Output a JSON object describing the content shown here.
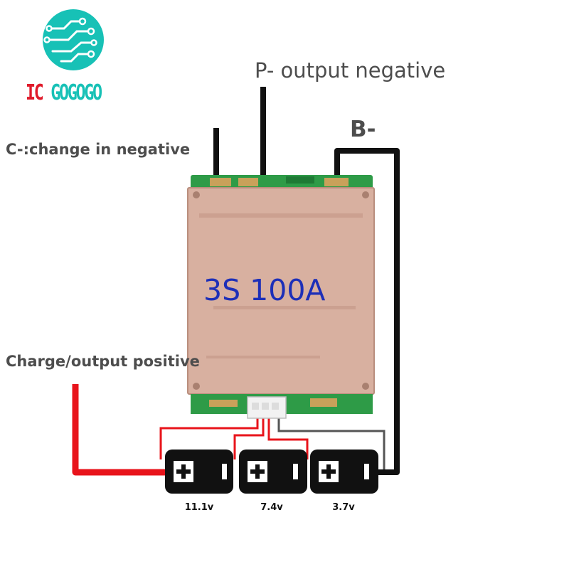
{
  "brand": {
    "logo_name": "ic-gogogo-circuit-logo",
    "text_ic": "IC ",
    "text_gogogo": "GOGOGO",
    "colors": {
      "ic": "#e01b2b",
      "gogogo": "#17c1b6",
      "logo_circle": "#17c1b6"
    }
  },
  "labels": {
    "p_minus": "P- output negative",
    "b_minus": "B-",
    "c_minus": "C-:change in negative",
    "positive": "Charge/output positive"
  },
  "board": {
    "title": "3S 100A",
    "colors": {
      "pcb": "#2e9b47",
      "heatsink": "#d8b0a0",
      "title": "#1d2fb8"
    }
  },
  "batteries": [
    {
      "voltage": "11.1v"
    },
    {
      "voltage": "7.4v"
    },
    {
      "voltage": "3.7v"
    }
  ],
  "wire_colors": {
    "negative": "#111111",
    "positive": "#e8141b",
    "balance_red": "#e8141b",
    "balance_dark": "#555555"
  }
}
